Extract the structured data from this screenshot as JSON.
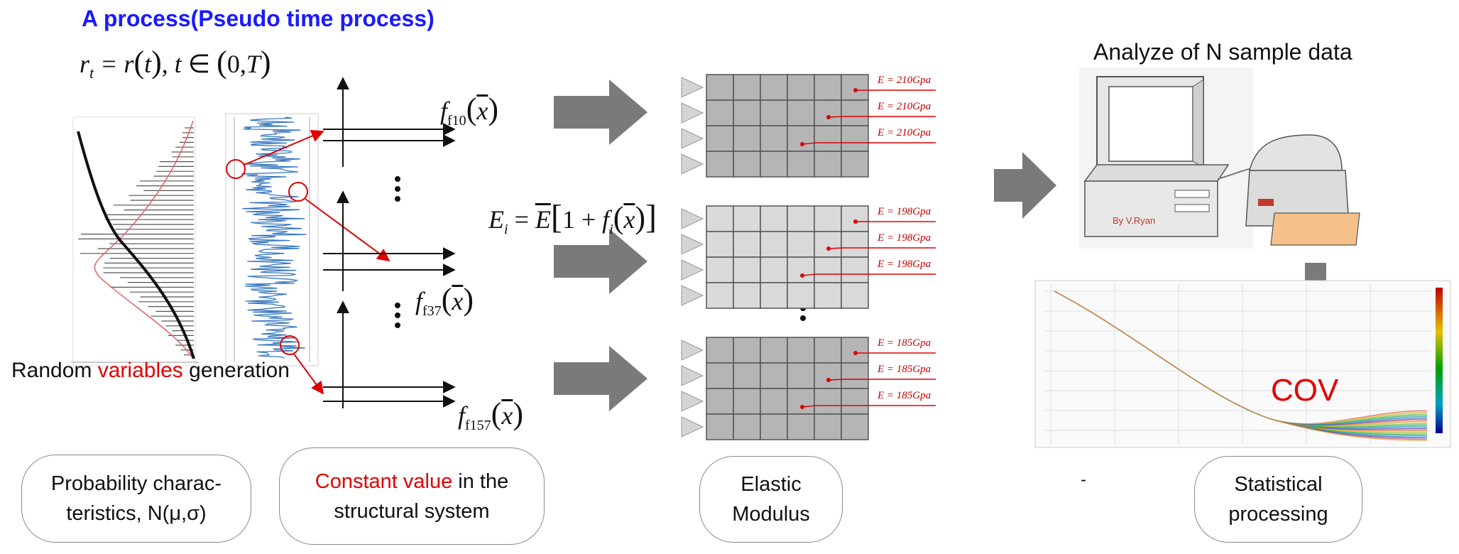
{
  "title": "A process(Pseudo time process)",
  "process_formula": "r_t = r(t), t ∈ (0,T)",
  "random_label": {
    "prefix": "Random ",
    "highlight": "variables",
    "suffix": " generation"
  },
  "functions": {
    "f1": "f10",
    "f2": "f37",
    "f3": "f157",
    "x": "x"
  },
  "elastic_formula": "E_i = Ē[1 + f_i(x)]",
  "modulus_groups": [
    {
      "value": "E = 210Gpa",
      "shade": "dark"
    },
    {
      "value": "E = 198Gpa",
      "shade": "light"
    },
    {
      "value": "E = 185Gpa",
      "shade": "dark"
    }
  ],
  "analyze_title": "Analyze of N sample data",
  "computer_brand": "By V.Ryan",
  "cov_label": "COV",
  "bubbles": {
    "prob": {
      "line1": "Probability charac-",
      "line2": "teristics, N(μ,σ)"
    },
    "const": {
      "highlight": "Constant value",
      "line1_suffix": " in the",
      "line2": "structural system"
    },
    "elastic": {
      "line1": "Elastic",
      "line2": "Modulus"
    },
    "stat": {
      "line1": "Statistical",
      "line2": "processing"
    }
  },
  "dash": "-",
  "colors": {
    "title": "#1a1aff",
    "highlight": "#e00000",
    "arrow": "#7a7a7a",
    "signal": "#3a78c0",
    "grid_dark": "#b5b5b5",
    "grid_light": "#d9d9d9",
    "printer_paper": "#f5c08a"
  },
  "icons": [
    "right-arrow-icon",
    "down-arrow-icon",
    "computer-icon",
    "printer-icon",
    "support-triangle-icon",
    "vertical-ellipsis-icon"
  ]
}
